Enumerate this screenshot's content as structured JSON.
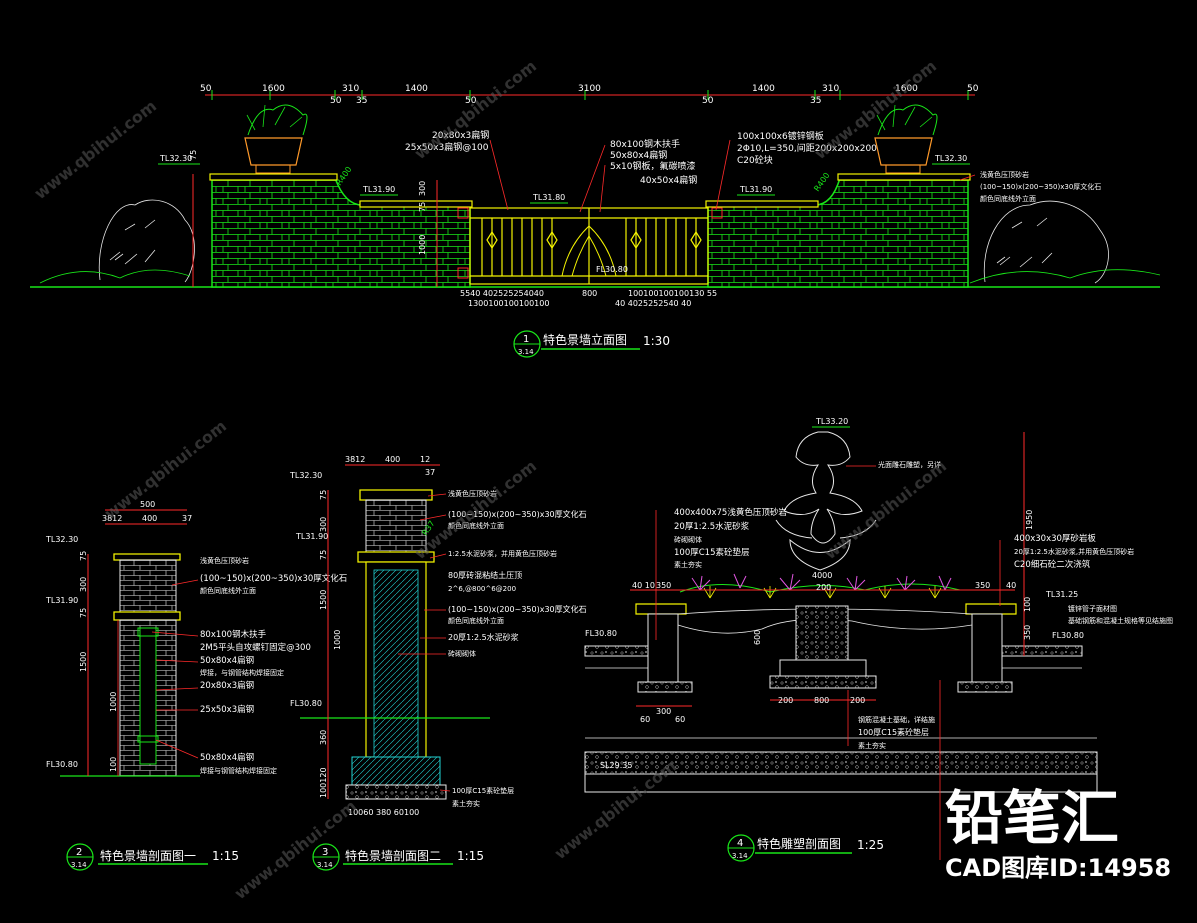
{
  "elevation": {
    "title": "特色景墙立面图",
    "scale": "1:30",
    "detail_num": "1",
    "detail_sheet": "3.14",
    "top_dims": [
      "50",
      "1600",
      "310",
      "50",
      "35",
      "1400",
      "50",
      "3100",
      "50",
      "1400",
      "35",
      "310",
      "1600",
      "50"
    ],
    "bottom_dims_row1": "5540 402525254040",
    "bottom_dims_row2": "1300100100100100",
    "bottom_dims_mid": "800",
    "bottom_dims_row1_r": "40 4025252540 40",
    "bottom_dims_row2_r": "100100100100130 55",
    "levels": [
      "TL32.30",
      "TL31.90",
      "TL31.80",
      "TL31.90",
      "TL32.30",
      "FL30.80"
    ],
    "radii": [
      "R400",
      "R400"
    ],
    "notes_left": [
      "20x80x3扁钢",
      "25x50x3扁钢@100"
    ],
    "notes_mid": [
      "80x100钢木扶手",
      "50x80x4扁钢",
      "5x10钢板，氟碳喷漆"
    ],
    "note_mid2": "40x50x4扁钢",
    "notes_right": [
      "100x100x6镀锌钢板",
      "2Φ10,L=350,间距200x200x200",
      "C20砼块"
    ],
    "notes_far_right": [
      "浅黄色压顶砂岩",
      "(100~150)x(200~350)x30厚文化石",
      "颜色同底线外立面"
    ],
    "vert_dims": [
      "75",
      "300",
      "75",
      "1000"
    ]
  },
  "section1": {
    "title": "特色景墙剖面图一",
    "scale": "1:15",
    "detail_num": "2",
    "detail_sheet": "3.14",
    "top_dims": [
      "500",
      "3812",
      "400",
      "37"
    ],
    "levels": [
      "TL32.30",
      "TL31.90",
      "FL30.80"
    ],
    "notes": [
      "浅黄色压顶砂岩",
      "(100~150)x(200~350)x30厚文化石",
      "颜色同底线外立面",
      "80x100钢木扶手",
      "2M5平头自攻螺钉固定@300",
      "50x80x4扁钢",
      "焊接，与钢管结构焊接固定",
      "20x80x3扁钢",
      "25x50x3扁钢",
      "50x80x4扁钢",
      "焊接与钢管结构焊接固定"
    ],
    "vert_dims": [
      "75",
      "300",
      "75",
      "1500",
      "1000",
      "100"
    ]
  },
  "section2": {
    "title": "特色景墙剖面图二",
    "scale": "1:15",
    "detail_num": "3",
    "detail_sheet": "3.14",
    "top_dims": [
      "3812",
      "400",
      "12",
      "37"
    ],
    "levels": [
      "TL32.30",
      "TL31.90",
      "FL30.80"
    ],
    "notes": [
      "浅黄色压顶砂岩",
      "(100~150)x(200~350)x30厚文化石",
      "颜色同底线外立面",
      "1:2.5水泥砂浆，并用黄色压顶砂岩",
      "80厚砖混粘结土压顶",
      "2^6,@800^6@200",
      "(100~150)x(200~350)x30厚文化石",
      "颜色同底线外立面",
      "20厚1:2.5水泥砂浆",
      "砖砌砌体",
      "100厚C15素砼垫层",
      "素土夯实"
    ],
    "bottom_dims": "10060 380 60100",
    "vert_dims": [
      "75",
      "300",
      "75",
      "1500",
      "1000",
      "360",
      "100120"
    ],
    "radius": "R37"
  },
  "section3": {
    "title": "特色雕塑剖面图",
    "scale": "1:25",
    "detail_num": "4",
    "detail_sheet": "3.14",
    "levels": [
      "TL33.20",
      "TL31.25",
      "FL30.80",
      "FL30.80",
      "SL29.35"
    ],
    "notes_left": [
      "400x400x75浅黄色压顶砂岩",
      "20厚1:2.5水泥砂浆",
      "砖砌砌体",
      "100厚C15素砼垫层",
      "素土夯实"
    ],
    "note_top": "光面雕石雕塑，另详",
    "notes_right": [
      "400x30x30厚砂岩板",
      "20厚1:2.5水泥砂浆,并用黄色压顶砂岩",
      "C20细石砼二次浇筑"
    ],
    "notes_right2": [
      "镀锌管子面材图",
      "基础钢筋和混凝土规格等见结施图"
    ],
    "notes_bottom": [
      "钢筋混凝土基础，详结施",
      "100厚C15素砼垫层",
      "素土夯实"
    ],
    "dims_top": [
      "40 10",
      "350",
      "4000",
      "200",
      "350",
      "40"
    ],
    "dims_bottom": [
      "60",
      "300",
      "60",
      "200",
      "800",
      "200"
    ],
    "vert_dims": [
      "1950",
      "350",
      "100",
      "600"
    ]
  },
  "watermark": {
    "brand": "铅笔汇",
    "library": "CAD图库ID:14958",
    "url_repeat": "www.qbihui.com"
  }
}
